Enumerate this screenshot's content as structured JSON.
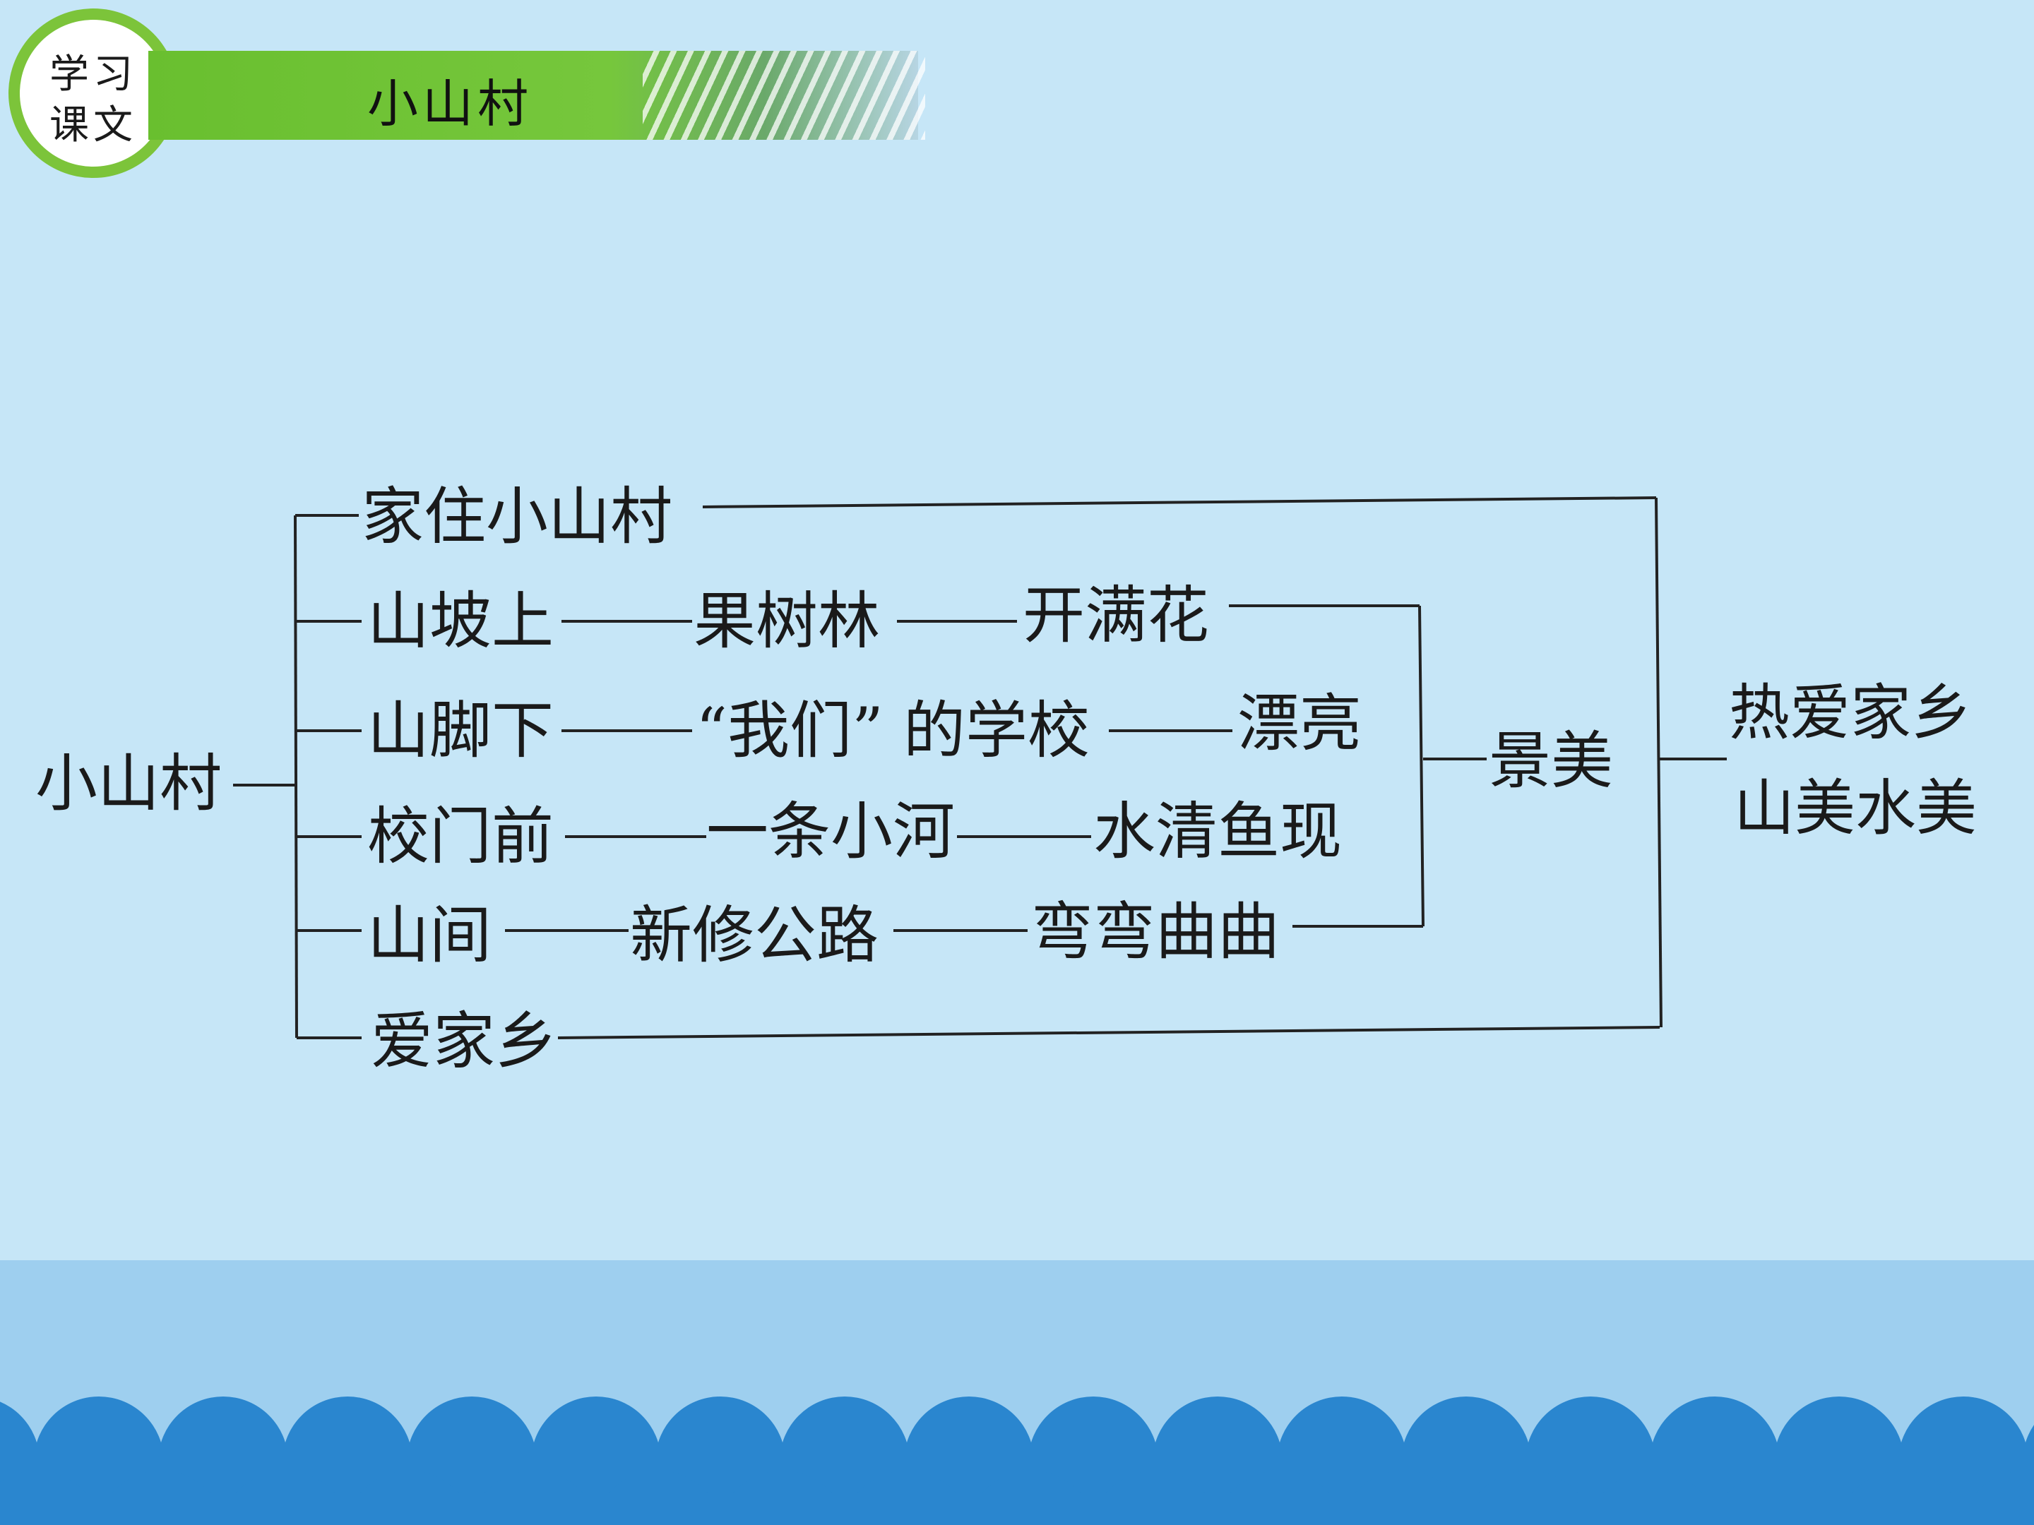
{
  "header": {
    "badge_line1": "学习",
    "badge_line2": "课文",
    "title": "小山村"
  },
  "diagram": {
    "root": "小山村",
    "branches": [
      {
        "items": [
          "家住小山村"
        ]
      },
      {
        "items": [
          "山坡上",
          "果树林",
          "开满花"
        ]
      },
      {
        "items": [
          "山脚下",
          "“我们” 的学校",
          "漂亮"
        ]
      },
      {
        "items": [
          "校门前",
          "一条小河",
          "水清鱼现"
        ]
      },
      {
        "items": [
          "山间",
          "新修公路",
          "弯弯曲曲"
        ]
      },
      {
        "items": [
          "爱家乡"
        ]
      }
    ],
    "summary_mid": "景美",
    "summary_right_line1": "热爱家乡",
    "summary_right_line2": "山美水美"
  },
  "colors": {
    "background": "#c6e6f7",
    "accent_green": "#76c73c",
    "footer_light": "#9ecfef",
    "footer_wave": "#2a86cf"
  }
}
